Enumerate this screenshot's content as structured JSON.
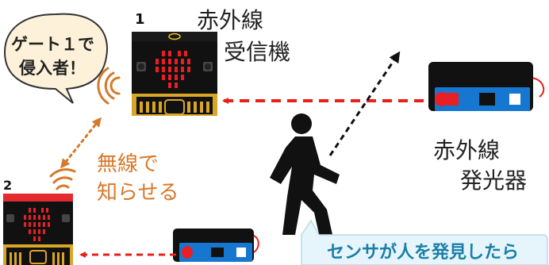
{
  "device1": {
    "number": "1"
  },
  "device2": {
    "number": "2"
  },
  "receiver_label": {
    "line1": "赤外線",
    "line2": "受信機"
  },
  "emitter_label": {
    "line1": "赤外線",
    "line2": "発光器"
  },
  "speech_bubble": {
    "line1": "ゲート１で",
    "line2": "侵入者！"
  },
  "wireless_label": {
    "line1": "無線で",
    "line2": "知らせる"
  },
  "callout": {
    "text": "センサが人を発見したら"
  },
  "colors": {
    "ir_beam": "#e8201b",
    "wireless_orange": "#d7792a",
    "bubble_fill": "#fdf2d9",
    "callout_fill": "#e6f5fb",
    "board_black": "#111111",
    "led_red": "#e81f24",
    "emitter_blue": "#1677d1"
  }
}
